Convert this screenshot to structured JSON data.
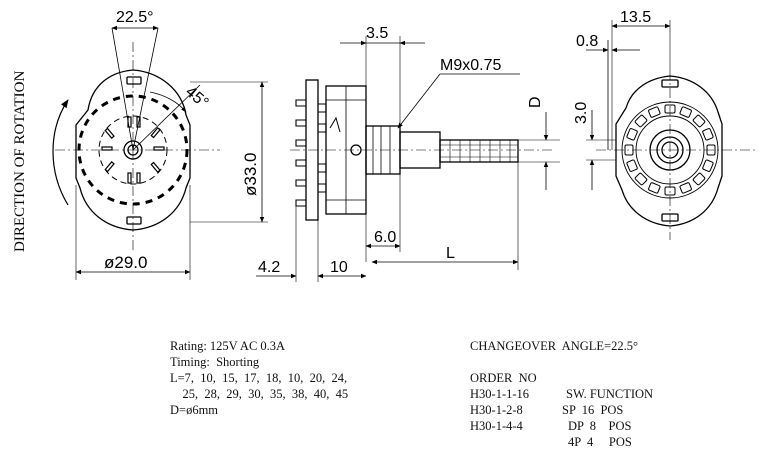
{
  "dims": {
    "angle_small": "22.5°",
    "angle_large": "45°",
    "rotation": "DIRECTION OF ROTATION",
    "dia_body": "ø33.0",
    "dia_base": "ø29.0",
    "dim_35": "3.5",
    "thread": "M9x0.75",
    "dim_d": "D",
    "dim_60": "6.0",
    "dim_42": "4.2",
    "dim_10": "10",
    "dim_l": "L",
    "dim_135": "13.5",
    "dim_08": "0.8",
    "dim_30": "3.0"
  },
  "specs": {
    "rating": "Rating: 125V AC 0.3A",
    "timing": "Timing:  Shorting",
    "l_line1": "L=7,  10,  15,  17,  18,  10,  20,  24,",
    "l_line2": "    25,  28,  29,  30,  35,  38,  40,  45",
    "d_line": "D=ø6mm"
  },
  "table": {
    "changeover": "CHANGEOVER  ANGLE=22.5°",
    "header_order": "ORDER  NO",
    "header_func": "SW. FUNCTION",
    "rows": [
      {
        "order": "H30-1-1-16",
        "func": "SP  16  POS"
      },
      {
        "order": "H30-1-2-8",
        "func": "DP  8    POS"
      },
      {
        "order": "H30-1-4-4",
        "func": "4P  4     POS"
      }
    ]
  }
}
